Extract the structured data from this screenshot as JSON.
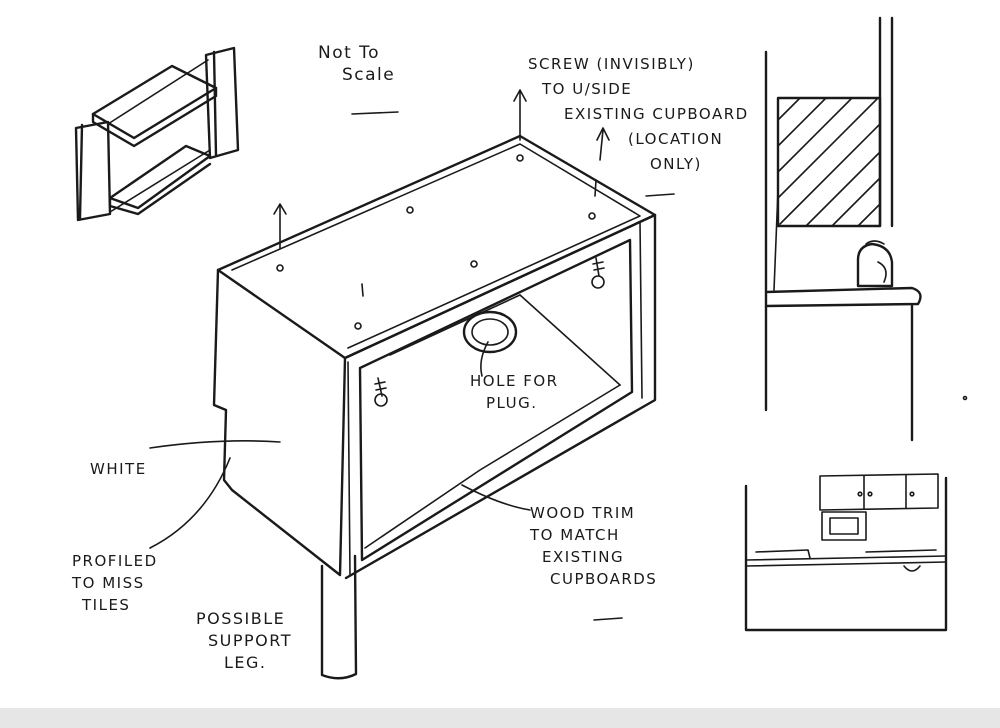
{
  "sketch": {
    "not_to_scale": [
      "Not To",
      "Scale"
    ],
    "screw_note": [
      "SCREW (INVISIBLY)",
      "TO U/SIDE",
      "EXISTING CUPBOARD",
      "(LOCATION",
      "ONLY)"
    ],
    "hole_note": [
      "HOLE FOR",
      "PLUG."
    ],
    "white_note": [
      "WHITE"
    ],
    "profiled_note": [
      "PROFILED",
      "TO MISS",
      "TILES"
    ],
    "support_note": [
      "POSSIBLE",
      "SUPPORT",
      "LEG."
    ],
    "trim_note": [
      "WOOD TRIM",
      "TO MATCH",
      "EXISTING",
      "CUPBOARDS"
    ]
  }
}
